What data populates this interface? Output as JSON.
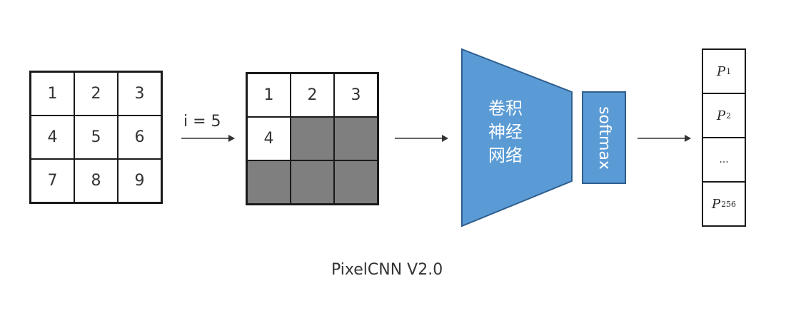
{
  "input_grid": [
    "1",
    "2",
    "3",
    "4",
    "5",
    "6",
    "7",
    "8",
    "9"
  ],
  "masked_grid": {
    "values": [
      "1",
      "2",
      "3",
      "4",
      "",
      "",
      "",
      "",
      ""
    ],
    "masked": [
      false,
      false,
      false,
      false,
      true,
      true,
      true,
      true,
      true
    ]
  },
  "step_label": "i = 5",
  "cnn_label": [
    "卷积",
    "神经",
    "网络"
  ],
  "softmax_label": "softmax",
  "outputs": [
    {
      "base": "P",
      "sub": "1"
    },
    {
      "base": "P",
      "sub": "2"
    },
    {
      "base": "...",
      "sub": ""
    },
    {
      "base": "P",
      "sub": "256"
    }
  ],
  "caption": "PixelCNN V2.0",
  "colors": {
    "accent": "#5b9bd5",
    "masked": "#7f7f7f"
  }
}
